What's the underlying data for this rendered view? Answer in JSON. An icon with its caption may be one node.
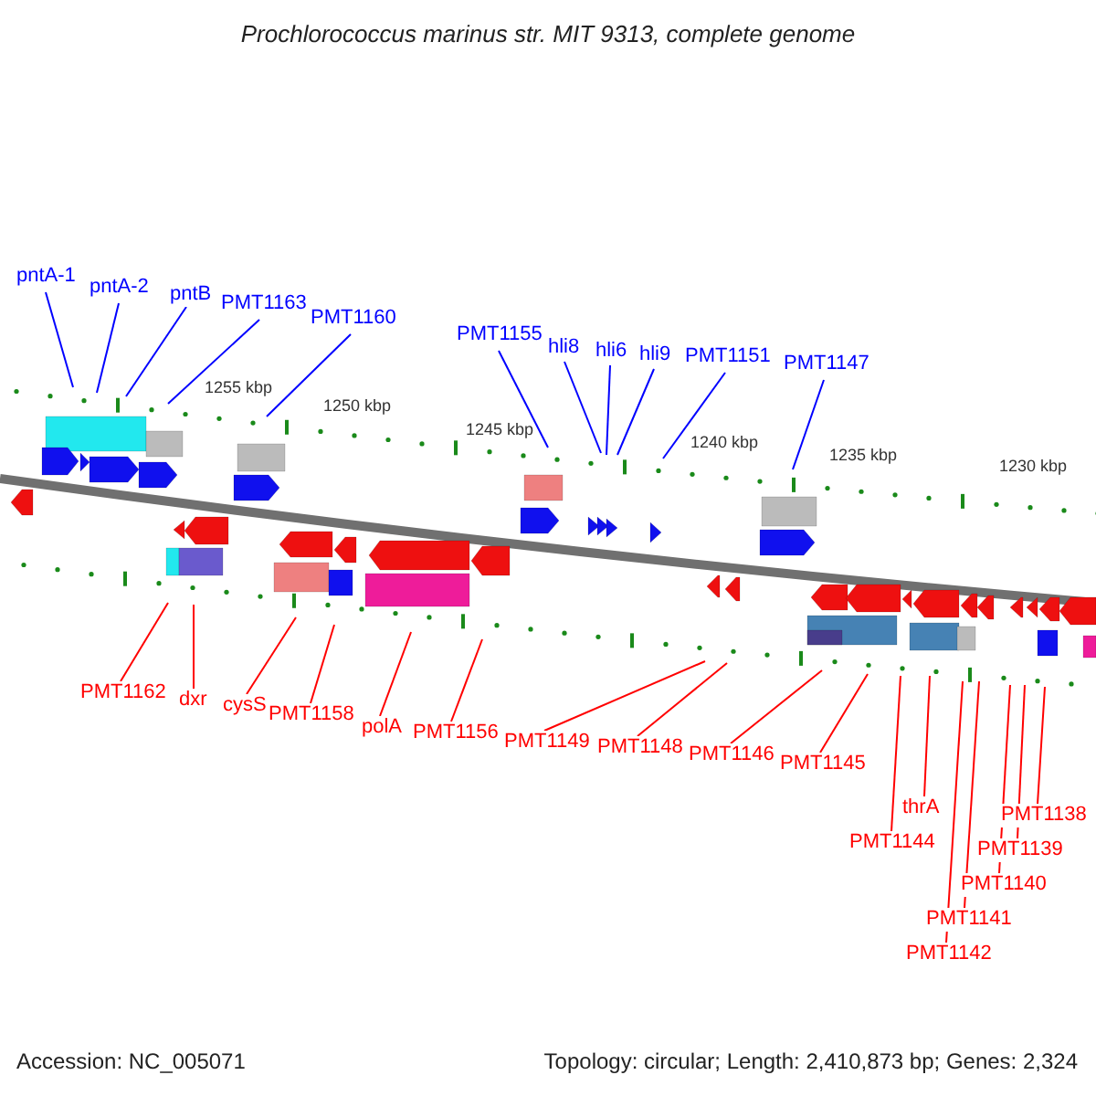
{
  "diagram": {
    "title": "Prochlorococcus marinus str. MIT 9313, complete genome",
    "nodes": [
      {
        "text": [
          "pntA-1"
        ]
      },
      {
        "text": [
          "pntA-2"
        ]
      },
      {
        "text": [
          "pntB"
        ]
      },
      {
        "text": [
          "PMT1163"
        ]
      },
      {
        "text": [
          "PMT1160"
        ]
      },
      {
        "text": [
          "PMT1155"
        ]
      },
      {
        "text": [
          "hli8"
        ]
      },
      {
        "text": [
          "hli6"
        ]
      },
      {
        "text": [
          "hli9"
        ]
      },
      {
        "text": [
          "PMT1151"
        ]
      },
      {
        "text": [
          "PMT1147"
        ]
      },
      {
        "text": [
          "PMT1162"
        ]
      },
      {
        "text": [
          "dxr"
        ]
      },
      {
        "text": [
          "cysS"
        ]
      },
      {
        "text": [
          "PMT1158"
        ]
      },
      {
        "text": [
          "polA"
        ]
      },
      {
        "text": [
          "PMT1156"
        ]
      },
      {
        "text": [
          "PMT1149"
        ]
      },
      {
        "text": [
          "PMT1148"
        ]
      },
      {
        "text": [
          "PMT1146"
        ]
      },
      {
        "text": [
          "PMT1145"
        ]
      },
      {
        "text": [
          "thrA"
        ]
      },
      {
        "text": [
          "PMT1144"
        ]
      },
      {
        "text": [
          "PMT1138"
        ]
      },
      {
        "text": [
          "PMT1139"
        ]
      },
      {
        "text": [
          "PMT1140"
        ]
      },
      {
        "text": [
          "PMT1141"
        ]
      },
      {
        "text": [
          "PMT1142"
        ]
      }
    ],
    "edges": [
      {
        "from": 0,
        "to": null,
        "arrow": "none",
        "color": "#0000ff"
      },
      {
        "from": 1,
        "to": null,
        "arrow": "none",
        "color": "#0000ff"
      },
      {
        "from": 2,
        "to": null,
        "arrow": "none",
        "color": "#0000ff"
      },
      {
        "from": 3,
        "to": null,
        "arrow": "none",
        "color": "#0000ff"
      },
      {
        "from": 4,
        "to": null,
        "arrow": "none",
        "color": "#0000ff"
      },
      {
        "from": 5,
        "to": null,
        "arrow": "none",
        "color": "#0000ff"
      },
      {
        "from": 6,
        "to": null,
        "arrow": "none",
        "color": "#0000ff"
      },
      {
        "from": 7,
        "to": null,
        "arrow": "none",
        "color": "#0000ff"
      },
      {
        "from": 8,
        "to": null,
        "arrow": "none",
        "color": "#0000ff"
      },
      {
        "from": 9,
        "to": null,
        "arrow": "none",
        "color": "#0000ff"
      },
      {
        "from": 10,
        "to": null,
        "arrow": "none",
        "color": "#0000ff"
      },
      {
        "from": 11,
        "to": null,
        "arrow": "none"
      },
      {
        "from": 12,
        "to": null,
        "arrow": "none"
      },
      {
        "from": 13,
        "to": null,
        "arrow": "none"
      },
      {
        "from": 14,
        "to": null,
        "arrow": "none"
      },
      {
        "from": 15,
        "to": null,
        "arrow": "none"
      },
      {
        "from": 16,
        "to": null,
        "arrow": "none"
      },
      {
        "from": 17,
        "to": null,
        "arrow": "none"
      },
      {
        "from": 18,
        "to": null,
        "arrow": "none"
      },
      {
        "from": 19,
        "to": null,
        "arrow": "none"
      },
      {
        "from": 20,
        "to": null,
        "arrow": "none"
      },
      {
        "from": 21,
        "to": null,
        "arrow": "none"
      },
      {
        "from": 22,
        "to": null,
        "arrow": "none"
      },
      {
        "from": 23,
        "to": null,
        "arrow": "none"
      },
      {
        "from": 24,
        "to": null,
        "arrow": "none"
      },
      {
        "from": 25,
        "to": null,
        "arrow": "none"
      },
      {
        "from": 26,
        "to": null,
        "arrow": "none"
      },
      {
        "from": 27,
        "to": null,
        "arrow": "none"
      }
    ],
    "labels": [
      "1255 kbp",
      "1250 kbp",
      "1245 kbp",
      "1240 kbp",
      "1235 kbp",
      "1230 kbp",
      "Accession: NC_005071",
      "Topology: circular; Length: 2,410,873 bp; Genes: 2,324"
    ]
  }
}
